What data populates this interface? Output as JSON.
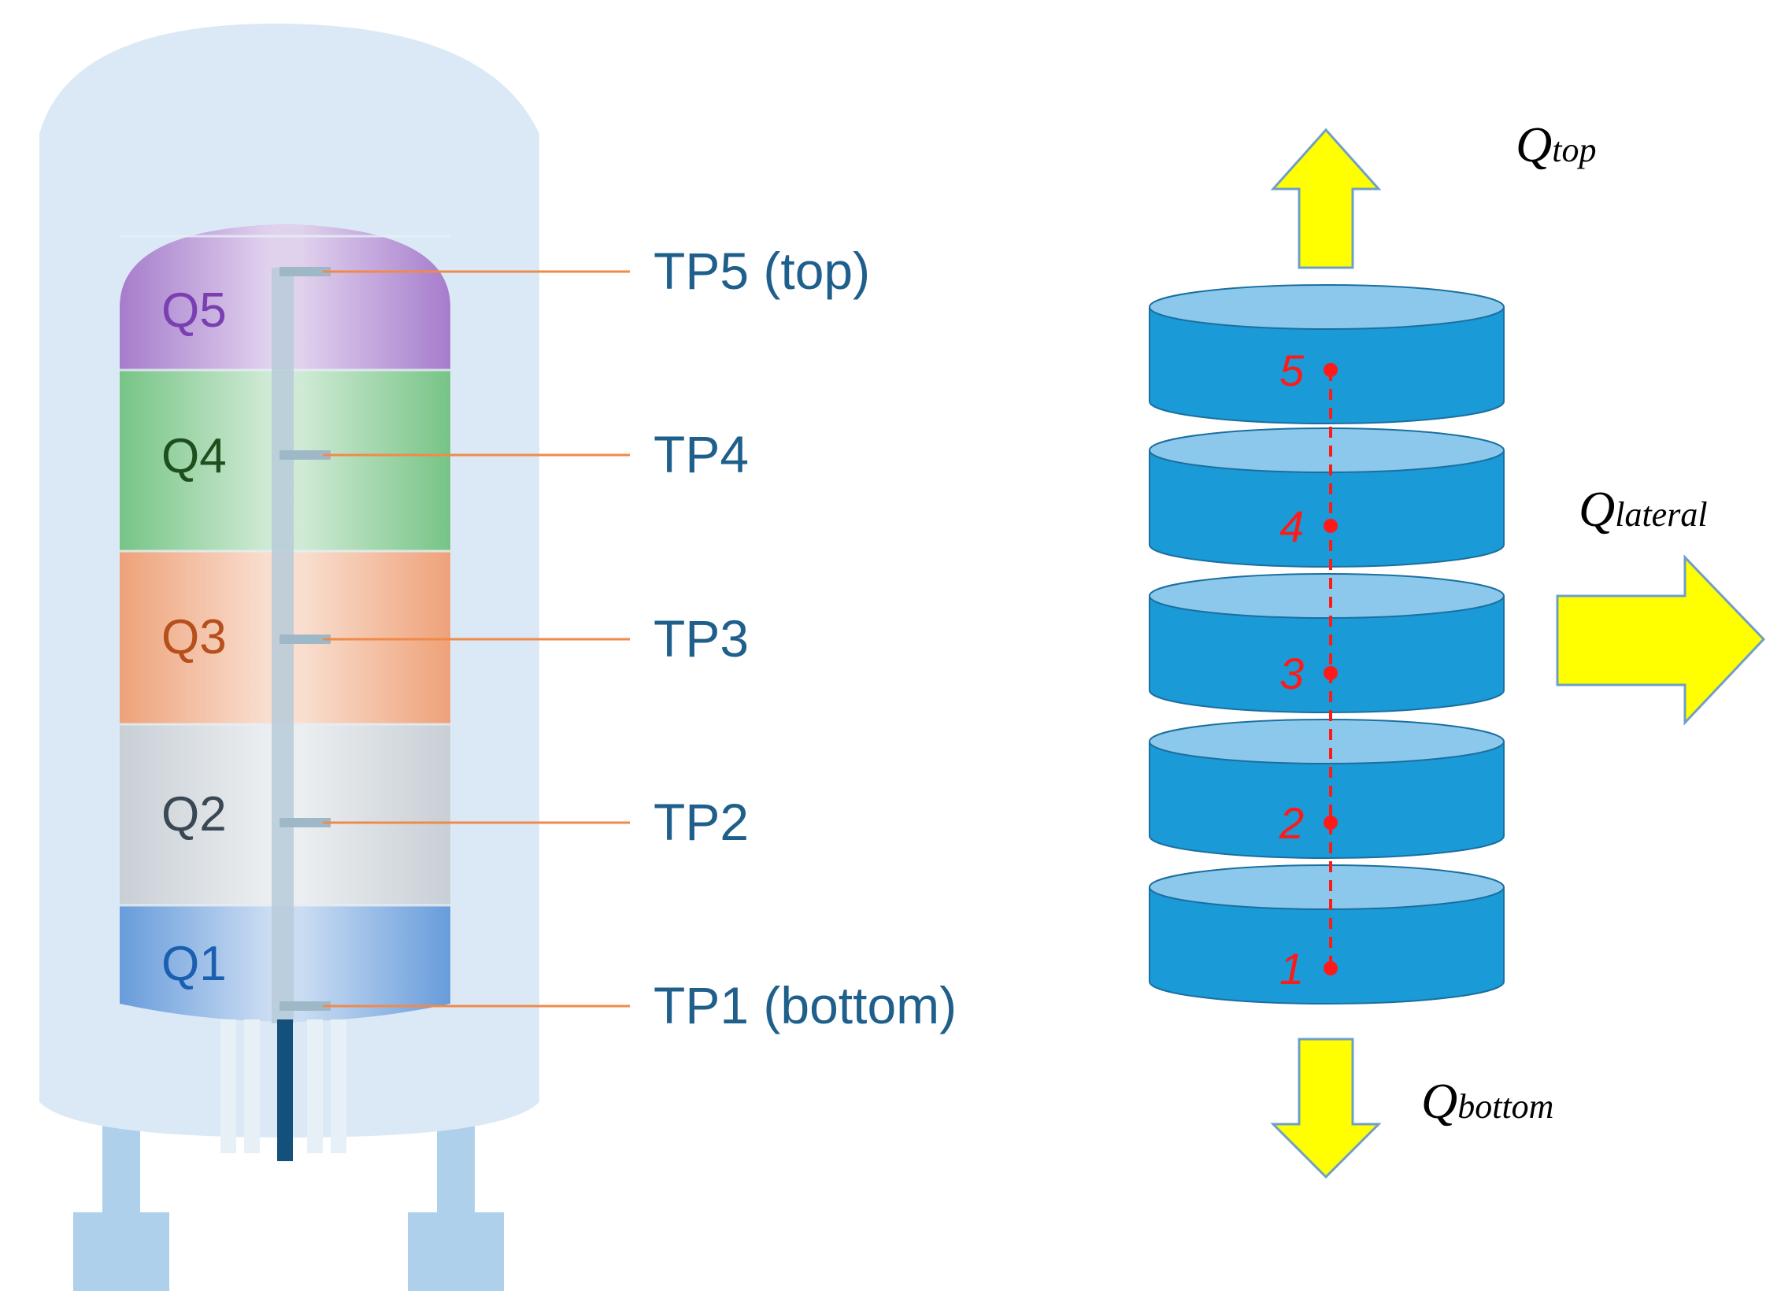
{
  "tank_layers": [
    {
      "label": "Q5",
      "color": "#a070c8",
      "text_color": "#7a3fb0"
    },
    {
      "label": "Q4",
      "color": "#6cc07a",
      "text_color": "#1f4f1f"
    },
    {
      "label": "Q3",
      "color": "#ef9a6c",
      "text_color": "#b64f1c"
    },
    {
      "label": "Q2",
      "color": "#c5ccd2",
      "text_color": "#3a4754"
    },
    {
      "label": "Q1",
      "color": "#5b93d8",
      "text_color": "#1a5fb0"
    }
  ],
  "probes": [
    {
      "label": "TP5 (top)"
    },
    {
      "label": "TP4"
    },
    {
      "label": "TP3"
    },
    {
      "label": "TP2"
    },
    {
      "label": "TP1 (bottom)"
    }
  ],
  "disc_numbers": [
    "5",
    "4",
    "3",
    "2",
    "1"
  ],
  "flows": {
    "top": {
      "main": "Q",
      "sub": "top"
    },
    "lateral": {
      "main": "Q",
      "sub": "lateral"
    },
    "bottom": {
      "main": "Q",
      "sub": "bottom"
    }
  },
  "colors": {
    "vessel": "#dbe9f6",
    "leg": "#aed0eb",
    "probe_line": "#f08a4b",
    "disc_side": "#1a9ad6",
    "disc_top": "#8cc8ec",
    "arrow_fill": "#ffff00",
    "arrow_stroke": "#6f9fc8",
    "dash": "#ff1a1a"
  }
}
